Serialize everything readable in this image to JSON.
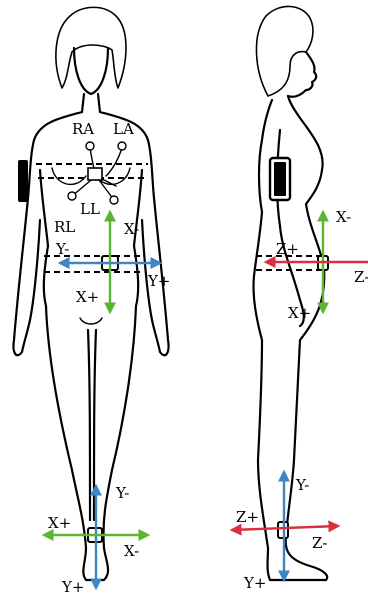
{
  "colors": {
    "x_axis": "#5cb531",
    "y_axis": "#3d86c6",
    "z_axis": "#d9303e",
    "outline": "#000000"
  },
  "front_view": {
    "electrodes": {
      "ra": "RA",
      "la": "LA",
      "ll": "LL",
      "rl": "RL"
    },
    "waist_sensor": {
      "x_minus": "X-",
      "x_plus": "X+",
      "y_minus": "Y-",
      "y_plus": "Y+"
    },
    "ankle_sensor": {
      "x_plus": "X+",
      "x_minus": "X-",
      "y_minus": "Y-",
      "y_plus": "Y+"
    }
  },
  "side_view": {
    "waist_sensor": {
      "x_minus": "X-",
      "x_plus": "X+",
      "z_plus": "Z+",
      "z_minus": "Z-"
    },
    "ankle_sensor": {
      "y_minus": "Y-",
      "y_plus": "Y+",
      "z_plus": "Z+",
      "z_minus": "Z-"
    }
  }
}
